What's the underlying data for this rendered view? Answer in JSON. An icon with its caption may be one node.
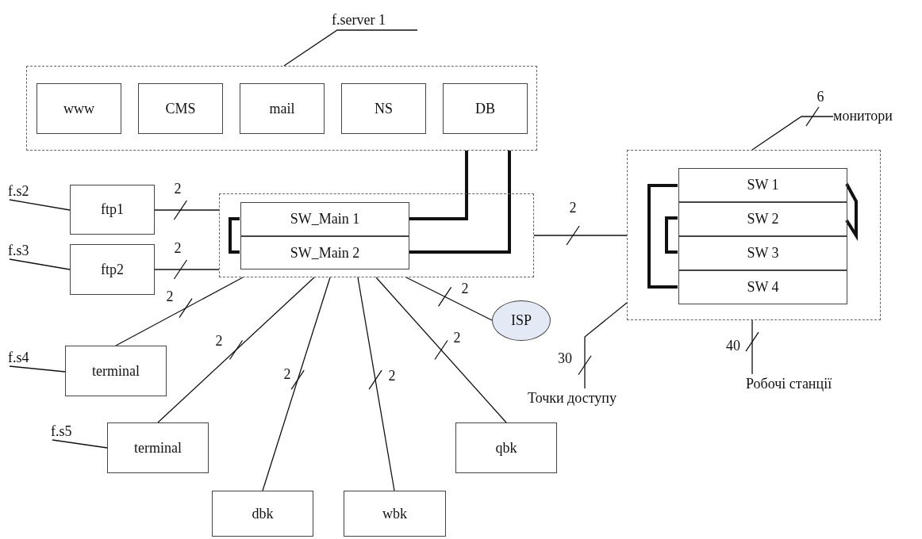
{
  "diagram": {
    "nodes": [
      {
        "text": [
          "f.server 1"
        ]
      },
      {
        "text": [],
        "shape": "box"
      },
      {
        "text": [
          "www"
        ],
        "in": 1
      },
      {
        "text": [
          "CMS"
        ],
        "in": 1
      },
      {
        "text": [
          "mail"
        ],
        "in": 1
      },
      {
        "text": [
          "NS"
        ],
        "in": 1
      },
      {
        "text": [
          "DB"
        ],
        "in": 1
      },
      {
        "text": [],
        "shape": "box"
      },
      {
        "text": [
          "SW_Main 1"
        ],
        "in": 7
      },
      {
        "text": [
          "SW_Main 2"
        ],
        "in": 7
      },
      {
        "text": [
          "f.s2"
        ]
      },
      {
        "text": [
          "ftp1"
        ]
      },
      {
        "text": [
          "f.s3"
        ]
      },
      {
        "text": [
          "ftp2"
        ]
      },
      {
        "text": [
          "f.s4"
        ]
      },
      {
        "text": [
          "terminal"
        ]
      },
      {
        "text": [
          "f.s5"
        ]
      },
      {
        "text": [
          "terminal"
        ]
      },
      {
        "text": [
          "dbk"
        ]
      },
      {
        "text": [
          "wbk"
        ]
      },
      {
        "text": [
          "qbk"
        ]
      },
      {
        "text": [
          "ISP"
        ]
      },
      {
        "text": [],
        "shape": "box"
      },
      {
        "text": [
          "SW 1"
        ],
        "in": 22
      },
      {
        "text": [
          "SW 2"
        ],
        "in": 22
      },
      {
        "text": [
          "SW 3"
        ],
        "in": 22
      },
      {
        "text": [
          "SW 4"
        ],
        "in": 22
      },
      {
        "text": [
          "монитори"
        ]
      },
      {
        "text": [
          "Точки доступу"
        ]
      },
      {
        "text": [
          "Робочі станції"
        ]
      }
    ],
    "edges": [
      {
        "from": 0,
        "to": 1,
        "arrow": "none"
      },
      {
        "from": 10,
        "to": 11,
        "arrow": "none"
      },
      {
        "from": 12,
        "to": 13,
        "arrow": "none"
      },
      {
        "from": 11,
        "to": 7,
        "arrow": "none",
        "label": "2"
      },
      {
        "from": 13,
        "to": 7,
        "arrow": "none",
        "label": "2"
      },
      {
        "from": 8,
        "to": 9,
        "arrow": "none",
        "style": "thick"
      },
      {
        "from": 8,
        "to": 1,
        "arrow": "none",
        "style": "thick"
      },
      {
        "from": 9,
        "to": 1,
        "arrow": "none",
        "style": "thick"
      },
      {
        "from": 7,
        "to": 22,
        "arrow": "none",
        "label": "2"
      },
      {
        "from": 7,
        "to": 15,
        "arrow": "none",
        "label": "2"
      },
      {
        "from": 14,
        "to": 15,
        "arrow": "none"
      },
      {
        "from": 7,
        "to": 17,
        "arrow": "none",
        "label": "2"
      },
      {
        "from": 16,
        "to": 17,
        "arrow": "none"
      },
      {
        "from": 7,
        "to": 18,
        "arrow": "none",
        "label": "2"
      },
      {
        "from": 7,
        "to": 19,
        "arrow": "none",
        "label": "2"
      },
      {
        "from": 7,
        "to": 20,
        "arrow": "none",
        "label": "2"
      },
      {
        "from": 7,
        "to": 21,
        "arrow": "none",
        "label": "2"
      },
      {
        "from": 23,
        "to": 26,
        "arrow": "none",
        "style": "thick"
      },
      {
        "from": 24,
        "to": 25,
        "arrow": "none",
        "style": "thick"
      },
      {
        "from": 23,
        "to": 24,
        "arrow": "none",
        "style": "thick"
      },
      {
        "from": 22,
        "to": 27,
        "arrow": "none",
        "label": "6"
      },
      {
        "from": 22,
        "to": 28,
        "arrow": "none",
        "label": "30"
      },
      {
        "from": 22,
        "to": 29,
        "arrow": "none",
        "label": "40"
      }
    ]
  }
}
